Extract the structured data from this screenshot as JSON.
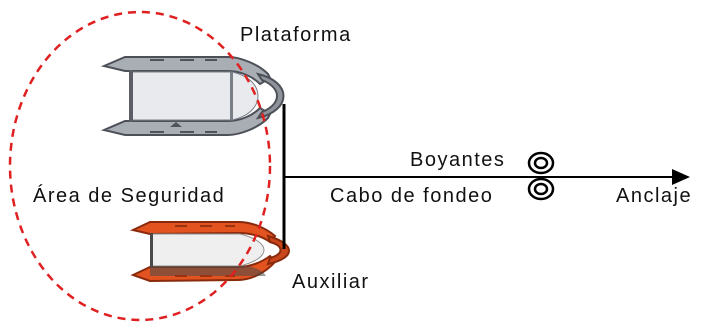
{
  "labels": {
    "plataforma": "Plataforma",
    "auxiliar": "Auxiliar",
    "area_seguridad": "Área de Seguridad",
    "boyantes": "Boyantes",
    "cabo_fondeo": "Cabo de fondeo",
    "anclaje": "Anclaje"
  },
  "colors": {
    "safety_area": "#e02020",
    "boat_platform_hull": "#5b5e66",
    "boat_platform_tube": "#b4b8bf",
    "boat_auxiliary_tube": "#e2531f",
    "boat_auxiliary_hull": "#4a4a4a",
    "line": "#000000"
  }
}
